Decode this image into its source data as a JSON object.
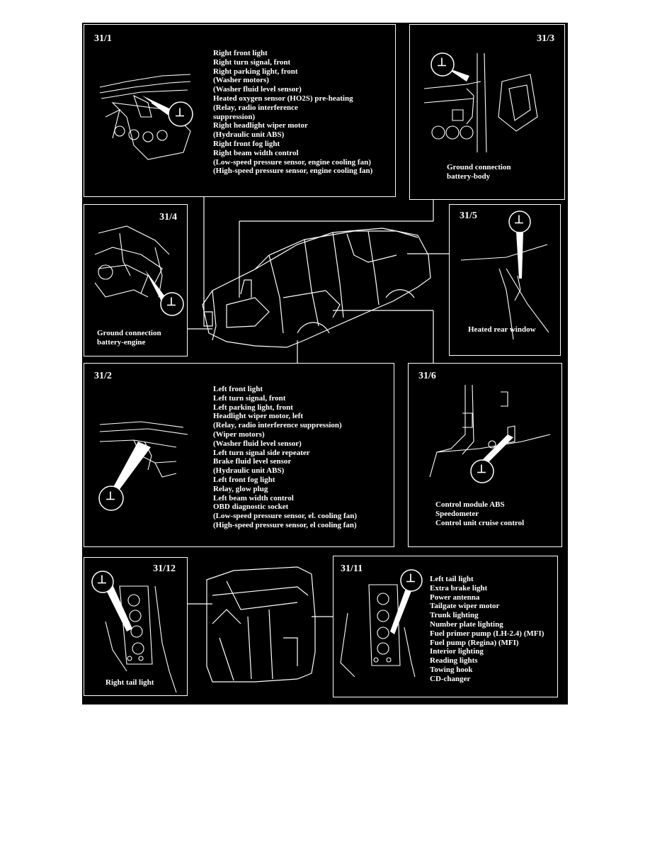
{
  "ground_symbol": "⊥",
  "panels": {
    "p31_1": {
      "id": "31/1",
      "items": [
        "Right front light",
        "Right turn signal, front",
        "Right parking light, front",
        "(Washer motors)",
        "(Washer fluid level sensor)",
        "Heated oxygen sensor (HO2S) pre-heating",
        "(Relay, radio interference",
        "suppression)",
        "Right headlight wiper motor",
        "(Hydraulic unit ABS)",
        "Right front fog light",
        "Right beam width control",
        "(Low-speed pressure sensor, engine cooling fan)",
        "(High-speed pressure sensor, engine cooling fan)"
      ]
    },
    "p31_3": {
      "id": "31/3",
      "caption": [
        "Ground connection",
        "battery-body"
      ]
    },
    "p31_4": {
      "id": "31/4",
      "caption": [
        "Ground connection",
        "battery-engine"
      ]
    },
    "p31_5": {
      "id": "31/5",
      "caption": [
        "Heated rear window"
      ]
    },
    "p31_2": {
      "id": "31/2",
      "items": [
        "Left front light",
        "Left turn signal, front",
        "Left parking light, front",
        "Headlight wiper motor, left",
        "(Relay, radio interference  suppression)",
        "(Wiper motors)",
        "(Washer fluid level sensor)",
        "Left turn signal side repeater",
        "Brake fluid level sensor",
        "(Hydraulic unit ABS)",
        "Left front fog light",
        "Relay, glow plug",
        "Left beam width control",
        "OBD diagnostic socket",
        "(Low-speed pressure sensor, el. cooling fan)",
        "(High-speed pressure sensor, el cooling fan)"
      ]
    },
    "p31_6": {
      "id": "31/6",
      "caption": [
        "Control module ABS",
        "Speedometer",
        "Control unit cruise control"
      ]
    },
    "p31_12": {
      "id": "31/12",
      "caption": [
        "Right tail light"
      ]
    },
    "p31_11": {
      "id": "31/11",
      "items": [
        "Left tail light",
        "Extra brake light",
        "Power antenna",
        "Tailgate wiper motor",
        "Trunk lighting",
        "Number plate lighting",
        "Fuel primer pump (LH-2.4) (MFI)",
        "Fuel pump (Regina) (MFI)",
        "Interior lighting",
        "Reading lights",
        "Towing hook",
        "CD-changer"
      ]
    }
  }
}
